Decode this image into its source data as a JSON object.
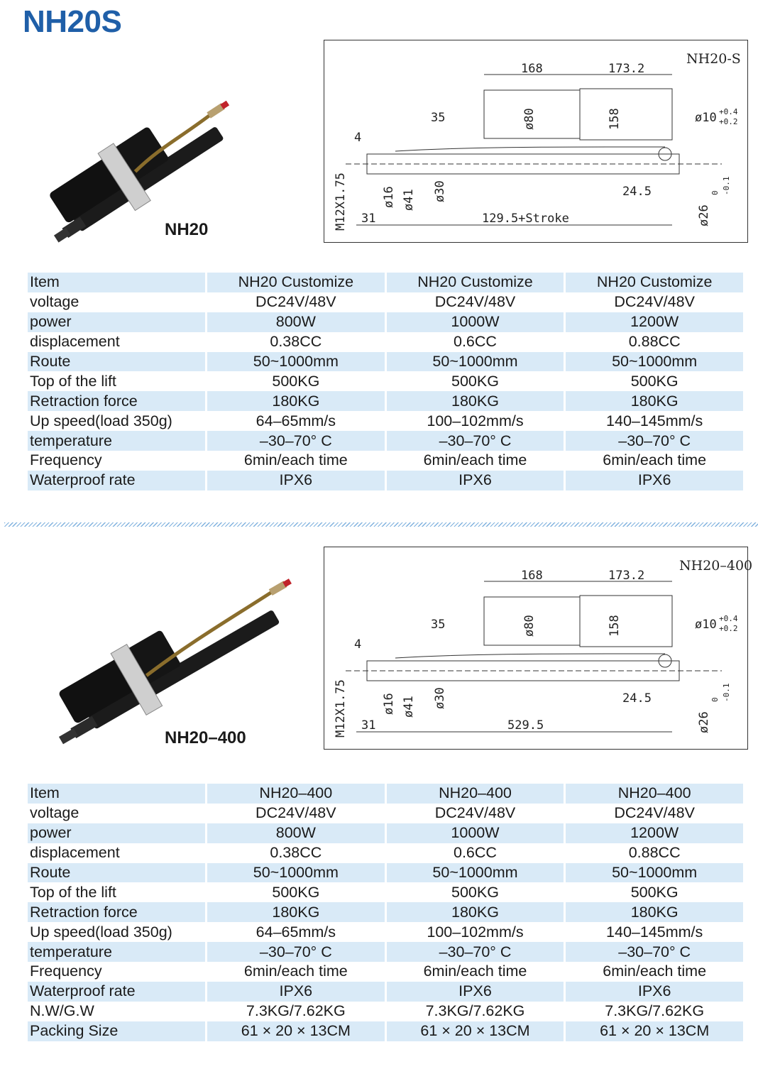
{
  "page_title": "NH20S",
  "sections": [
    {
      "product_label": "NH20",
      "drawing": {
        "model": "NH20-S",
        "dim_168": "168",
        "dim_173": "173.2",
        "dim_35": "35",
        "dim_phi80": "ø80",
        "dim_158": "158",
        "dim_phi10": "ø10",
        "tol_10_upper": "+0.4",
        "tol_10_lower": "+0.2",
        "dim_4": "4",
        "dim_m12": "M12X1.75",
        "dim_phi16": "ø16",
        "dim_phi41": "ø41",
        "dim_phi30": "ø30",
        "dim_24": "24.5",
        "dim_phi26": "ø26",
        "tol_26_upper": "0",
        "tol_26_lower": "-0.1",
        "dim_31": "31",
        "dim_length": "129.5+Stroke"
      },
      "table": {
        "rows": [
          [
            "Item",
            "NH20 Customize",
            "NH20 Customize",
            "NH20 Customize"
          ],
          [
            "voltage",
            "DC24V/48V",
            "DC24V/48V",
            "DC24V/48V"
          ],
          [
            "power",
            "800W",
            "1000W",
            "1200W"
          ],
          [
            "displacement",
            "0.38CC",
            "0.6CC",
            "0.88CC"
          ],
          [
            "Route",
            "50~1000mm",
            "50~1000mm",
            "50~1000mm"
          ],
          [
            "Top of the lift",
            "500KG",
            "500KG",
            "500KG"
          ],
          [
            "Retraction force",
            "180KG",
            "180KG",
            "180KG"
          ],
          [
            "Up speed(load 350g)",
            "64–65mm/s",
            "100–102mm/s",
            "140–145mm/s"
          ],
          [
            "temperature",
            "–30–70° C",
            "–30–70° C",
            "–30–70° C"
          ],
          [
            "Frequency",
            "6min/each time",
            "6min/each time",
            "6min/each time"
          ],
          [
            "Waterproof rate",
            "IPX6",
            "IPX6",
            "IPX6"
          ]
        ]
      }
    },
    {
      "product_label": "NH20–400",
      "drawing": {
        "model": "NH20–400",
        "dim_168": "168",
        "dim_173": "173.2",
        "dim_35": "35",
        "dim_phi80": "ø80",
        "dim_158": "158",
        "dim_phi10": "ø10",
        "tol_10_upper": "+0.4",
        "tol_10_lower": "+0.2",
        "dim_4": "4",
        "dim_m12": "M12X1.75",
        "dim_phi16": "ø16",
        "dim_phi41": "ø41",
        "dim_phi30": "ø30",
        "dim_24": "24.5",
        "dim_phi26": "ø26",
        "tol_26_upper": "0",
        "tol_26_lower": "-0.1",
        "dim_31": "31",
        "dim_length": "529.5"
      },
      "table": {
        "rows": [
          [
            "Item",
            "NH20–400",
            "NH20–400",
            "NH20–400"
          ],
          [
            "voltage",
            "DC24V/48V",
            "DC24V/48V",
            "DC24V/48V"
          ],
          [
            "power",
            "800W",
            "1000W",
            "1200W"
          ],
          [
            "displacement",
            "0.38CC",
            "0.6CC",
            "0.88CC"
          ],
          [
            "Route",
            "50~1000mm",
            "50~1000mm",
            "50~1000mm"
          ],
          [
            "Top of the lift",
            "500KG",
            "500KG",
            "500KG"
          ],
          [
            "Retraction force",
            "180KG",
            "180KG",
            "180KG"
          ],
          [
            "Up speed(load 350g)",
            "64–65mm/s",
            "100–102mm/s",
            "140–145mm/s"
          ],
          [
            "temperature",
            "–30–70° C",
            "–30–70° C",
            "–30–70° C"
          ],
          [
            "Frequency",
            "6min/each time",
            "6min/each time",
            "6min/each time"
          ],
          [
            "Waterproof rate",
            "IPX6",
            "IPX6",
            "IPX6"
          ],
          [
            "N.W/G.W",
            "7.3KG/7.62KG",
            "7.3KG/7.62KG",
            "7.3KG/7.62KG"
          ],
          [
            "Packing Size",
            "61 × 20 × 13CM",
            "61 × 20 × 13CM",
            "61 × 20 × 13CM"
          ]
        ]
      }
    }
  ],
  "colors": {
    "title": "#1f5fa8",
    "row_shade": "#d9eaf7",
    "divider": "#7fb1de"
  }
}
